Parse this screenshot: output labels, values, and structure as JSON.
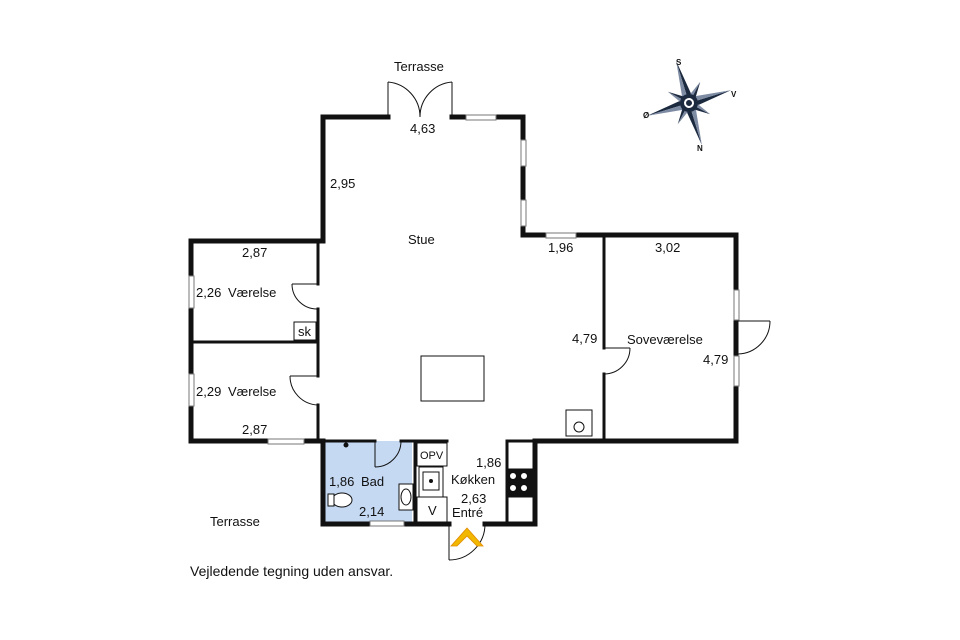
{
  "labels": {
    "terrasse_top": "Terrasse",
    "terrasse_bottom": "Terrasse",
    "stue": "Stue",
    "vaerelse_1": "Værelse",
    "vaerelse_2": "Værelse",
    "sovevaerelse": "Soveværelse",
    "bad": "Bad",
    "kokken": "Køkken",
    "entre": "Entré",
    "sk": "sk",
    "opv": "OPV",
    "v": "V"
  },
  "dimensions": {
    "stue_width": "4,63",
    "stue_depth": "2,95",
    "stue_side": "1,96",
    "stue_length": "4,79",
    "vaerelse1_width": "2,87",
    "vaerelse1_depth": "2,26",
    "vaerelse2_depth": "2,29",
    "vaerelse2_width": "2,87",
    "sove_width": "3,02",
    "sove_depth": "4,79",
    "bad_depth": "1,86",
    "bad_width": "2,14",
    "kokken_depth": "1,86",
    "kokken_width": "2,63"
  },
  "compass": {
    "s": "S",
    "v": "V",
    "n": "N",
    "o": "Ø"
  },
  "disclaimer": "Vejledende tegning uden ansvar.",
  "colors": {
    "wall": "#111111",
    "bath_floor": "#c5d9f3",
    "window": "#bbbbbb",
    "entry_arrow": "#f2b800"
  }
}
